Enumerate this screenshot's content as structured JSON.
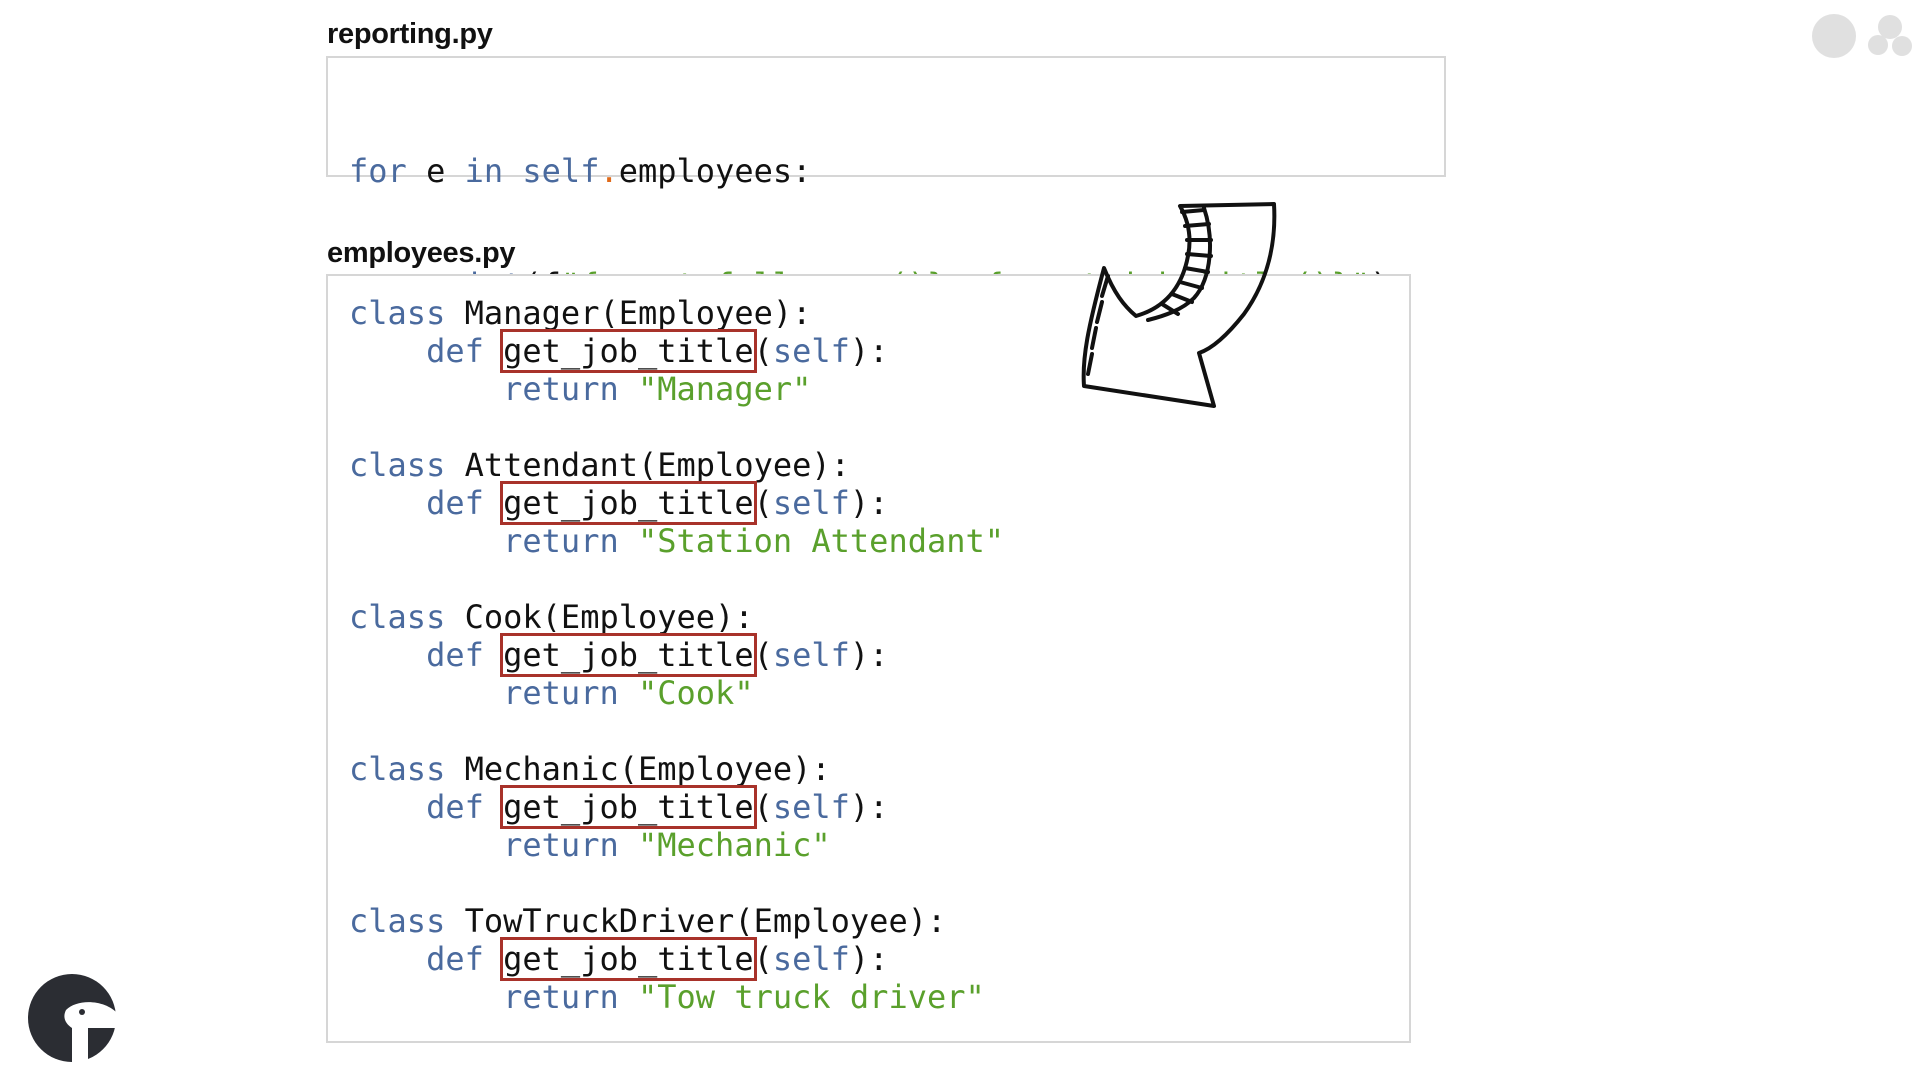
{
  "reporting": {
    "filename": "reporting.py",
    "line1": {
      "kw_for": "for",
      "var": " e ",
      "kw_in": "in",
      "kw_self": " self",
      "dot": ".",
      "rest": "employees:"
    },
    "line2": {
      "indent": "    ",
      "fn": "print",
      "open": "(f",
      "fstring": "\"{e.get_full_name()}, {e.get_job_title()}\"",
      "close": ")"
    }
  },
  "employees": {
    "filename": "employees.py",
    "classes": [
      {
        "kw_class": "class",
        "name": " Manager(Employee):",
        "kw_def": "def",
        "method": "get_job_title",
        "kw_self": "self",
        "paren_open": "(",
        "suffix": "):",
        "kw_return": "return",
        "value": "\"Manager\""
      },
      {
        "kw_class": "class",
        "name": " Attendant(Employee):",
        "kw_def": "def",
        "method": "get_job_title",
        "kw_self": "self",
        "paren_open": "(",
        "suffix": "):",
        "kw_return": "return",
        "value": "\"Station Attendant\""
      },
      {
        "kw_class": "class",
        "name": " Cook(Employee):",
        "kw_def": "def",
        "method": "get_job_title",
        "kw_self": "self",
        "paren_open": "(",
        "suffix": "):",
        "kw_return": "return",
        "value": "\"Cook\""
      },
      {
        "kw_class": "class",
        "name": " Mechanic(Employee):",
        "kw_def": "def",
        "method": "get_job_title",
        "kw_self": "self",
        "paren_open": "(",
        "suffix": "):",
        "kw_return": "return",
        "value": "\"Mechanic\""
      },
      {
        "kw_class": "class",
        "name": " TowTruckDriver(Employee):",
        "kw_def": "def",
        "method": "get_job_title",
        "kw_self": "self",
        "paren_open": "(",
        "suffix": "):",
        "kw_return": "return",
        "value": "\"Tow truck driver\""
      }
    ]
  },
  "decor": {
    "arrow_icon": "hand-drawn-curved-arrow",
    "logo_icon": "brand-bird-logo",
    "dots_icon": "circles-decoration"
  },
  "colors": {
    "keyword": "#4a6a9e",
    "string": "#5aa02c",
    "highlight_box": "#a8322a",
    "box_border": "#d6d6d6",
    "logo": "#2b2d33"
  }
}
